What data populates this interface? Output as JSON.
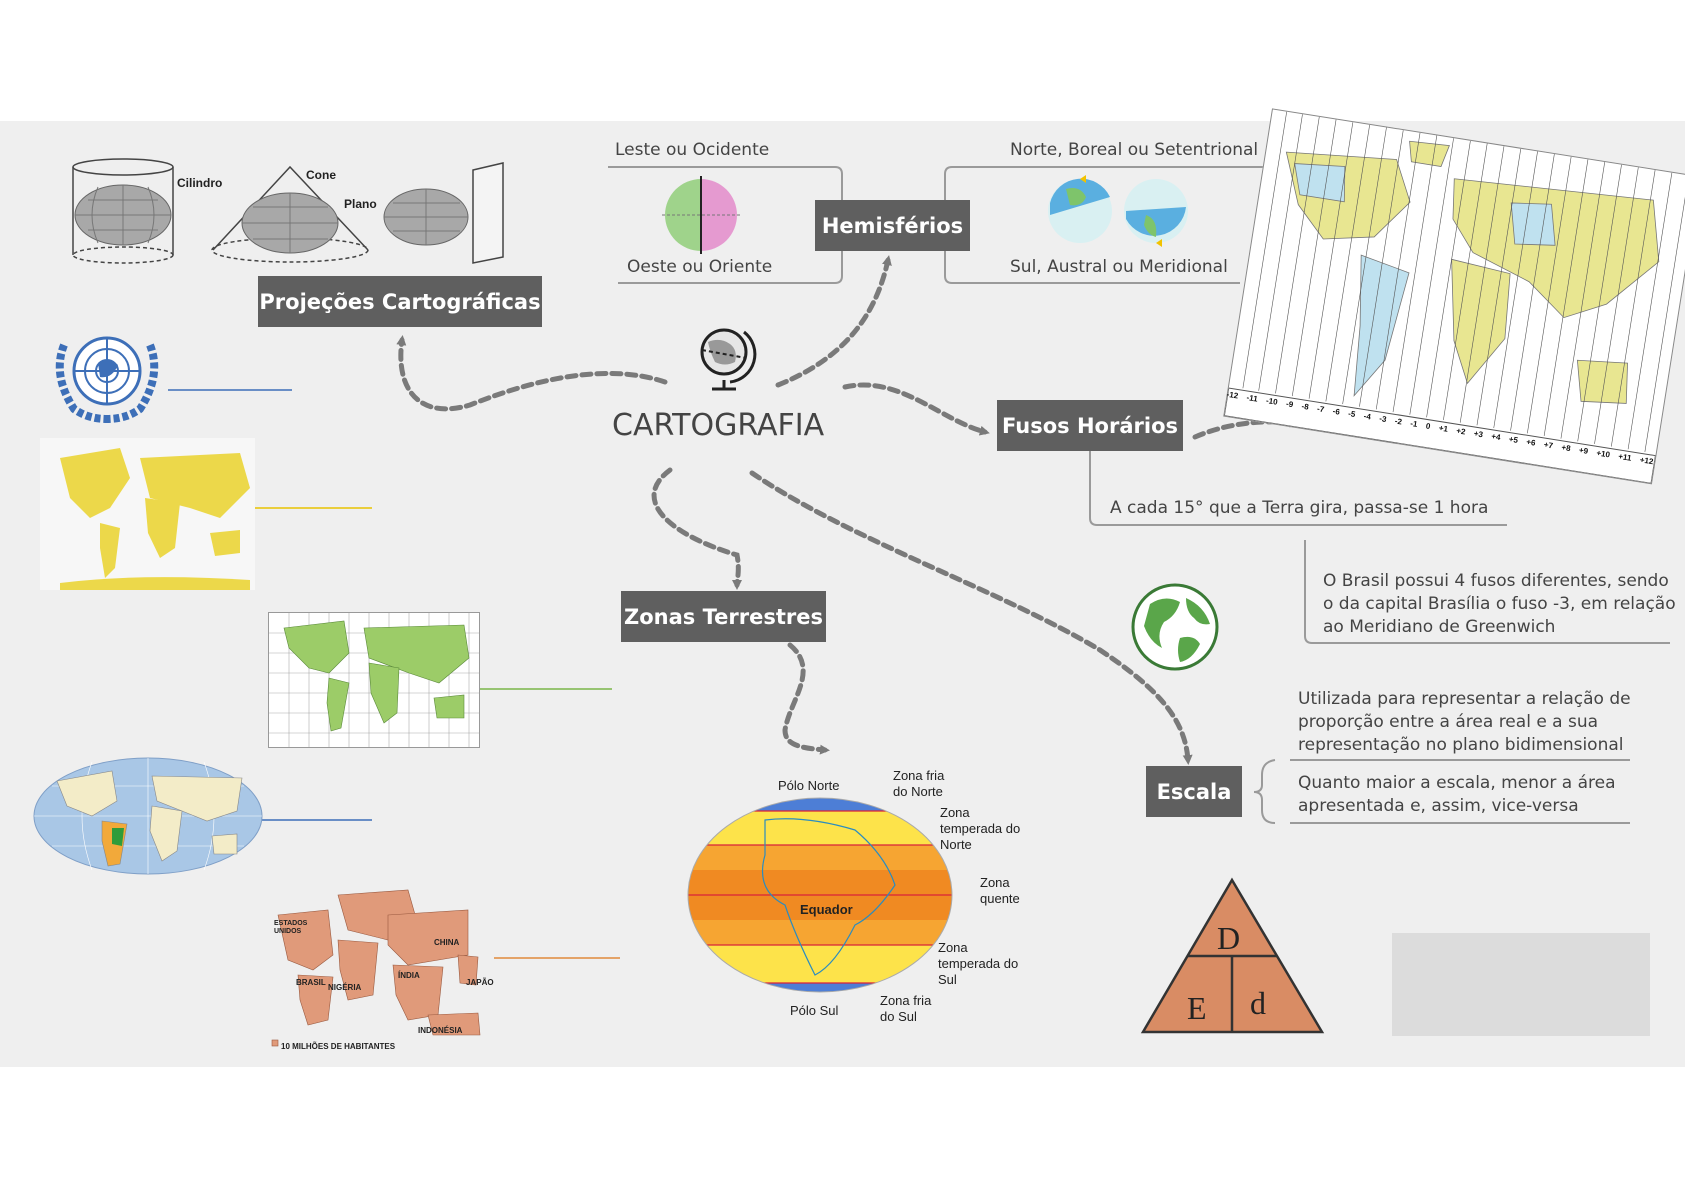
{
  "center": {
    "title": "CARTOGRAFIA"
  },
  "boxes": {
    "projecoes": "Projeções Cartográficas",
    "hemisferios": "Hemisférios",
    "fusos": "Fusos Horários",
    "zonas": "Zonas Terrestres",
    "escala": "Escala"
  },
  "projecoes": {
    "cilindro": "Cilindro",
    "cone": "Cone",
    "plano": "Plano"
  },
  "hemisferios": {
    "leste": "Leste ou Ocidente",
    "oeste": "Oeste ou Oriente",
    "norte": "Norte, Boreal ou Setentrional",
    "sul": "Sul, Austral ou Meridional"
  },
  "fusos": {
    "text1": "A cada 15° que a Terra gira, passa-se 1 hora",
    "text2": "O Brasil possui 4 fusos diferentes, sendo o da capital Brasília o fuso -3, em relação ao Meridiano de Greenwich",
    "ticks": [
      "-12",
      "-11",
      "-10",
      "-9",
      "-8",
      "-7",
      "-6",
      "-5",
      "-4",
      "-3",
      "-2",
      "-1",
      "0",
      "+1",
      "+2",
      "+3",
      "+4",
      "+5",
      "+6",
      "+7",
      "+8",
      "+9",
      "+10",
      "+11",
      "+12"
    ]
  },
  "escala": {
    "text1": "Utilizada para representar a relação de proporção entre a área real e a sua representação no plano bidimensional",
    "text2": "Quanto maior a escala, menor a área apresentada e, assim, vice-versa",
    "formula": {
      "top": "D",
      "left": "E",
      "right": "d"
    }
  },
  "zonas": {
    "polo_norte": "Pólo Norte",
    "fria_norte": "Zona fria do Norte",
    "temperada_norte": "Zona temperada do Norte",
    "quente": "Zona quente",
    "equador": "Equador",
    "temperada_sul": "Zona temperada do Sul",
    "fria_sul": "Zona fria do Sul",
    "polo_sul": "Pólo Sul"
  },
  "anamorphic": {
    "estados_unidos": "ESTADOS UNIDOS",
    "china": "CHINA",
    "india": "ÍNDIA",
    "japao": "JAPÃO",
    "brasil": "BRASIL",
    "nigeria": "NIGÉRIA",
    "indonesia": "INDONÉSIA",
    "legend": "10 MILHÕES DE HABITANTES"
  },
  "colors": {
    "box": "#5f5f5f",
    "board": "#efefef",
    "arrow": "#7a7a7a",
    "line_blue": "#3d6fb8",
    "line_yellow": "#e8c300",
    "line_green": "#7ab648",
    "line_orange": "#e08a3c",
    "scale_triangle": "#d98c64"
  }
}
